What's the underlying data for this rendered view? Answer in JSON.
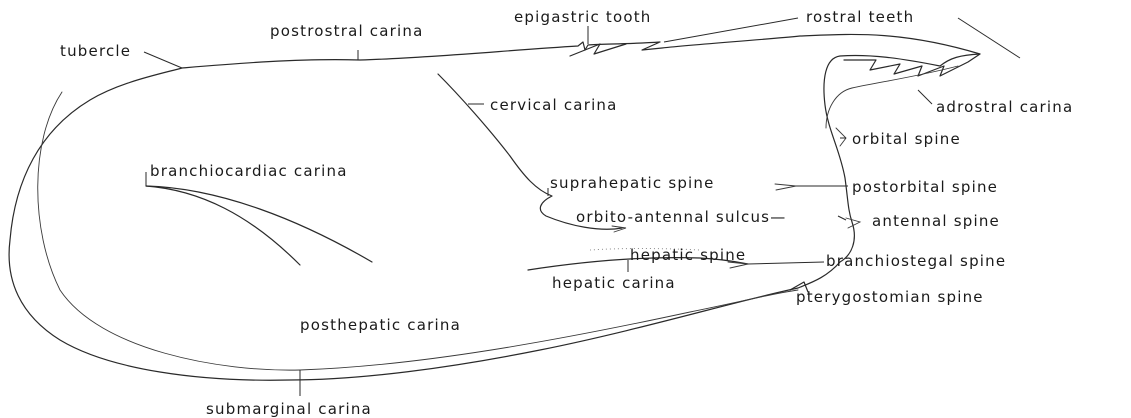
{
  "labels": {
    "tubercle": "tubercle",
    "postrostral_carina": "postrostral carina",
    "epigastric_tooth": "epigastric tooth",
    "rostral_teeth": "rostral teeth",
    "adrostral_carina": "adrostral carina",
    "cervical_carina": "cervical carina",
    "branchiocardiac_carina": "branchiocardiac carina",
    "orbital_spine": "orbital spine",
    "suprahepatic_spine": "suprahepatic spine",
    "postorbital_spine": "postorbital spine",
    "orbito_antennal_sulcus": "orbito-antennal sulcus—",
    "antennal_spine": "antennal spine",
    "hepatic_spine": "hepatic spine",
    "branchiostegal_spine": "branchiostegal spine",
    "hepatic_carina": "hepatic carina",
    "pterygostomian_spine": "pterygostomian spine",
    "posthepatic_carina": "posthepatic carina",
    "submarginal_carina": "submarginal carina"
  },
  "colors": {
    "ink": "#2a2a2a",
    "background": "#ffffff"
  }
}
